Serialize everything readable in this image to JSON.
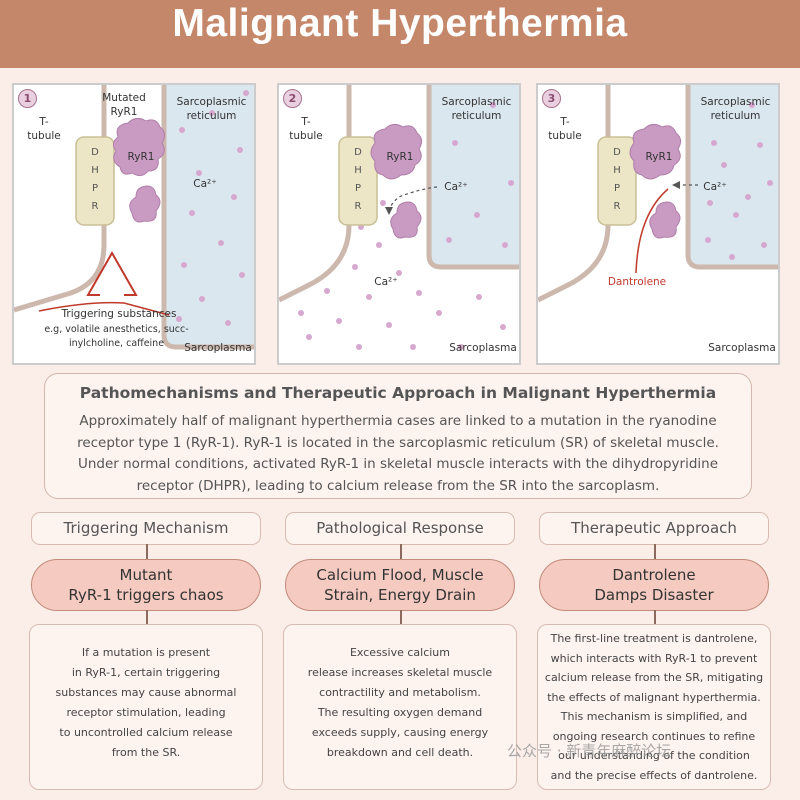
{
  "title": "Malignant Hyperthermia",
  "panels": [
    {
      "number": "1",
      "labels": {
        "t_tubule": "T-\ntubule",
        "mutated": "Mutated\nRyR1",
        "sr": "Sarcoplasmic\nreticulum",
        "ryr1": "RyR1",
        "ca": "Ca²⁺",
        "trigger_title": "Triggering substances",
        "trigger_examples": "e.g, volatile anesthetics, succ-\ninylcholine, caffeine",
        "sarcoplasma": "Sarcoplasma"
      },
      "dhpr": [
        "D",
        "H",
        "P",
        "R"
      ]
    },
    {
      "number": "2",
      "labels": {
        "t_tubule": "T-\ntubule",
        "sr": "Sarcoplasmic\nreticulum",
        "ryr1": "RyR1",
        "ca_top": "Ca²⁺",
        "ca_bottom": "Ca²⁺",
        "sarcoplasma": "Sarcoplasma"
      },
      "dhpr": [
        "D",
        "H",
        "P",
        "R"
      ]
    },
    {
      "number": "3",
      "labels": {
        "t_tubule": "T-\ntubule",
        "sr": "Sarcoplasmic\nreticulum",
        "ryr1": "RyR1",
        "ca": "Ca²⁺",
        "dantrolene": "Dantrolene",
        "sarcoplasma": "Sarcoplasma"
      },
      "dhpr": [
        "D",
        "H",
        "P",
        "R"
      ]
    }
  ],
  "summary": {
    "heading": "Pathomechanisms and Therapeutic Approach in Malignant Hyperthermia",
    "body": "Approximately half of malignant hyperthermia cases are linked to a mutation in the ryanodine receptor type 1 (RyR-1). RyR-1 is located in the sarcoplasmic reticulum (SR) of skeletal muscle. Under normal conditions, activated RyR-1 in skeletal muscle interacts with the dihydropyridine receptor (DHPR), leading to calcium release from the SR into the sarcoplasm."
  },
  "columns": [
    {
      "header": "Triggering Mechanism",
      "pill": [
        "Mutant",
        "RyR-1 triggers chaos"
      ],
      "description": [
        "If a mutation is present",
        "in RyR-1, certain triggering",
        "substances may cause abnormal",
        "receptor stimulation, leading",
        "to uncontrolled calcium release",
        "from the SR."
      ]
    },
    {
      "header": "Pathological Response",
      "pill": [
        "Calcium Flood, Muscle",
        "Strain, Energy Drain"
      ],
      "description": [
        "Excessive calcium",
        "release increases skeletal muscle",
        "contractility and metabolism.",
        "The resulting oxygen demand",
        "exceeds supply, causing energy",
        "breakdown and cell death."
      ]
    },
    {
      "header": "Therapeutic Approach",
      "pill": [
        "Dantrolene",
        "Damps Disaster"
      ],
      "description": [
        "The first-line treatment is dantrolene,",
        "which interacts with RyR-1 to prevent",
        "calcium release from the SR, mitigating",
        "the effects of malignant hyperthermia.",
        "This mechanism is simplified, and",
        "ongoing research continues to refine",
        "our understanding of the condition",
        "and the precise effects of dantrolene."
      ]
    }
  ],
  "watermark": "公众号 · 新青年麻醉论坛",
  "colors": {
    "header": "#c5876a",
    "ryr1": "#c99bc3",
    "dhpr": "#ede6c6",
    "sr_fill": "#dbe7ef",
    "pill": "#f5cbc1",
    "dantrolene": "#c0392b"
  }
}
